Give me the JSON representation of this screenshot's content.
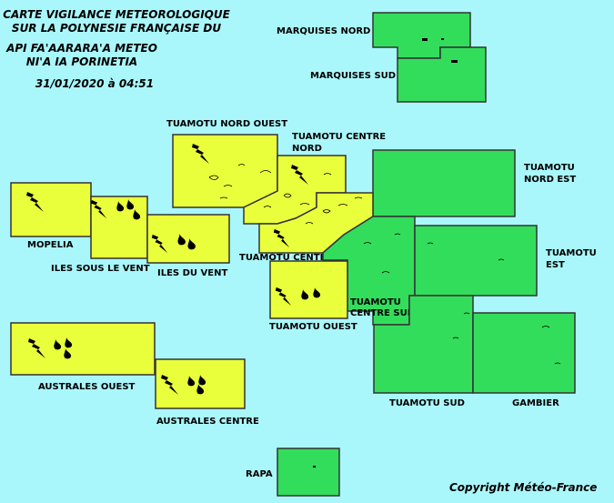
{
  "title": {
    "line1": "CARTE VIGILANCE METEOROLOGIQUE",
    "line2": "SUR LA POLYNESIE FRANÇAISE DU",
    "line3": "API FA'AARARA'A METEO",
    "line4": "NI'A IA PORINETIA",
    "datetime": "31/01/2020 à 04:51"
  },
  "copyright": "Copyright Météo-France",
  "colors": {
    "yellow": "#eaff3b",
    "green": "#33dd5c",
    "sea": "#aaf7fb"
  },
  "icon_names": {
    "storm": "thunderstorm-icon",
    "rain": "heavy-rain-icon"
  },
  "zones": [
    {
      "id": "marquises-nord",
      "label": "MARQUISES NORD",
      "level": "green",
      "hazards": []
    },
    {
      "id": "marquises-sud",
      "label": "MARQUISES SUD",
      "level": "green",
      "hazards": []
    },
    {
      "id": "tuamotu-nord-ouest",
      "label": "TUAMOTU NORD OUEST",
      "level": "yellow",
      "hazards": [
        "storm"
      ]
    },
    {
      "id": "tuamotu-centre-nord",
      "label_line1": "TUAMOTU CENTRE",
      "label_line2": "NORD",
      "level": "yellow",
      "hazards": [
        "storm"
      ]
    },
    {
      "id": "tuamotu-nord-est",
      "label_line1": "TUAMOTU",
      "label_line2": "NORD EST",
      "level": "green",
      "hazards": []
    },
    {
      "id": "mopelia",
      "label": "MOPELIA",
      "level": "yellow",
      "hazards": [
        "storm"
      ]
    },
    {
      "id": "iles-sous-le-vent",
      "label": "ILES SOUS LE VENT",
      "level": "yellow",
      "hazards": [
        "storm",
        "rain"
      ]
    },
    {
      "id": "iles-du-vent",
      "label": "ILES DU VENT",
      "level": "yellow",
      "hazards": [
        "storm",
        "rain"
      ]
    },
    {
      "id": "tuamotu-centre",
      "label": "TUAMOTU CENTRE",
      "level": "yellow",
      "hazards": [
        "storm"
      ]
    },
    {
      "id": "tuamotu-est",
      "label_line1": "TUAMOTU",
      "label_line2": "EST",
      "level": "green",
      "hazards": []
    },
    {
      "id": "tuamotu-centre-sud",
      "label_line1": "TUAMOTU",
      "label_line2": "CENTRE SUD",
      "level": "green",
      "hazards": []
    },
    {
      "id": "tuamotu-ouest",
      "label": "TUAMOTU OUEST",
      "level": "yellow",
      "hazards": [
        "storm",
        "rain"
      ]
    },
    {
      "id": "australes-ouest",
      "label": "AUSTRALES OUEST",
      "level": "yellow",
      "hazards": [
        "storm",
        "rain"
      ]
    },
    {
      "id": "australes-centre",
      "label": "AUSTRALES CENTRE",
      "level": "yellow",
      "hazards": [
        "storm",
        "rain"
      ]
    },
    {
      "id": "tuamotu-sud",
      "label": "TUAMOTU SUD",
      "level": "green",
      "hazards": []
    },
    {
      "id": "gambier",
      "label": "GAMBIER",
      "level": "green",
      "hazards": []
    },
    {
      "id": "rapa",
      "label": "RAPA",
      "level": "green",
      "hazards": []
    }
  ]
}
